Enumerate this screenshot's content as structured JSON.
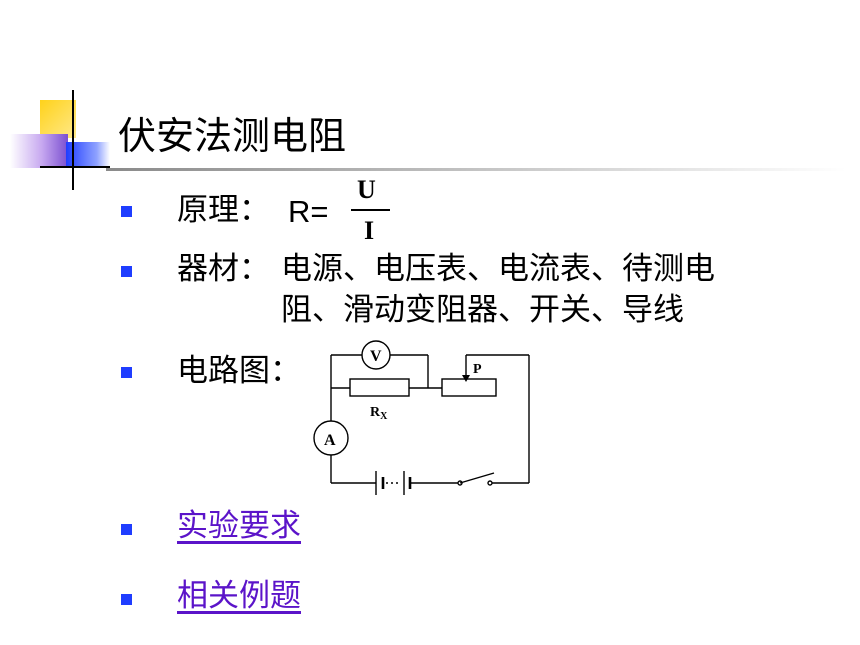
{
  "title": "伏安法测电阻",
  "principle": {
    "label": "原理：",
    "formula_lhs": "R=",
    "numerator": "U",
    "denominator": "I"
  },
  "equipment": {
    "label": "器材：",
    "line1": "电源、电压表、电流表、待测电",
    "line2": "阻、滑动变阻器、开关、导线"
  },
  "circuit": {
    "label": "电路图：",
    "voltmeter": "V",
    "ammeter": "A",
    "slider": "P",
    "resistor": "R",
    "resistor_sub": "X"
  },
  "links": {
    "requirements": "实验要求",
    "examples": "相关例题"
  },
  "colors": {
    "bullet": "#1f3dff",
    "link": "#5b14c9",
    "deco_yellow": "#ffcc00",
    "deco_blue": "#1f3dff",
    "deco_purple": "#9a6cd8"
  }
}
